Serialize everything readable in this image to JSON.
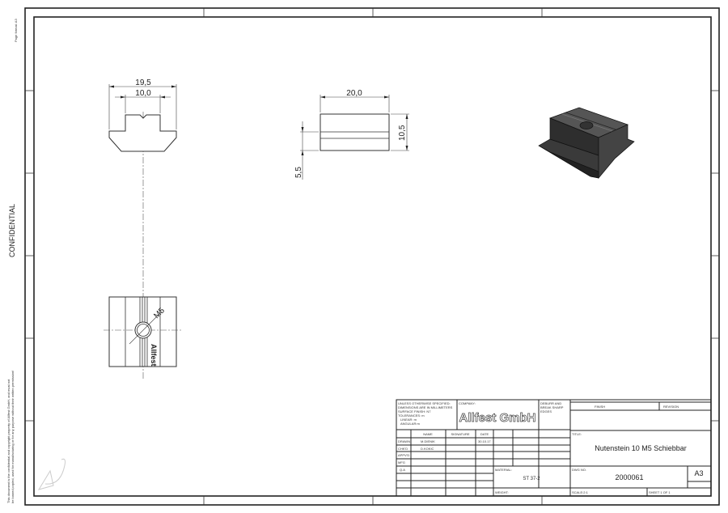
{
  "sheet": {
    "page_format": "Page format: A3",
    "confidential": "CONFIDENTIAL",
    "disclaimer_1": "This document is the confidential and copyright property of Allfest GmbH, and must not",
    "disclaimer_2": "be loaned,copied, used for manufacturing or for any purpose without their written permission!"
  },
  "views": {
    "front": {
      "dim_width": "19,5",
      "dim_inner": "10,0"
    },
    "side": {
      "dim_length": "20,0",
      "dim_height": "10,5",
      "dim_offset": "5,5"
    },
    "top": {
      "thread": "M5",
      "marking": "Allfest"
    }
  },
  "title_block": {
    "tolerances": [
      "UNLESS OTHERWISE SPECIFIED:",
      "DIMENSIONS ARE IN MILLIMETERS",
      "SURFACE FINISH: N7",
      "TOLERANCES: m",
      "  LINEAR: m",
      "  ANGULAR:m"
    ],
    "company_label": "COMPANY:",
    "company": "Allfest GmbH",
    "deburr": [
      "DEBURR AND",
      "BREAK SHARP",
      "EDGES"
    ],
    "finish_label": "FINISH",
    "revision_label": "REVISION",
    "headers": {
      "name": "NAME",
      "signature": "SIGNATURE",
      "date": "DATE"
    },
    "rows": [
      {
        "role": "DRAWN",
        "name": "M.DIENIK",
        "date": "30.10.17"
      },
      {
        "role": "CHK'D",
        "name": "D.KOKIC",
        "date": ""
      },
      {
        "role": "APPV'D",
        "name": "",
        "date": ""
      },
      {
        "role": "MFG",
        "name": "",
        "date": ""
      },
      {
        "role": "Q.A",
        "name": "",
        "date": ""
      }
    ],
    "material_label": "MATERIAL:",
    "material": "ST 37-2",
    "weight_label": "WEIGHT:",
    "title_label": "TITLE:",
    "title": "Nutenstein 10 M5 Schiebbar",
    "dwg_no_label": "DWG NO.",
    "dwg_no": "2000061",
    "size": "A3",
    "scale": "SCALE:2:1",
    "sheet": "SHEET 1 OF 1"
  }
}
